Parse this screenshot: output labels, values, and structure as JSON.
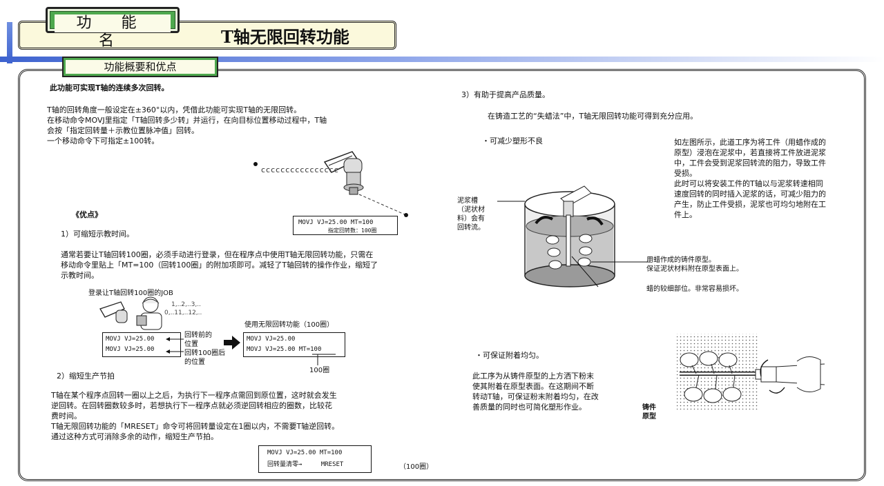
{
  "header": {
    "function_tab_label": "功 能 名",
    "title": "T轴无限回转功能",
    "section_tab_label": "功能概要和优点"
  },
  "left": {
    "intro_bold": "此功能可实现T轴的连续多次回转。",
    "intro_lines": [
      "T轴的回转角度一般设定在±360°以内，凭借此功能可实现T轴的无限回转。",
      "在移动命令MOVJ里指定「T轴回转多少转」并运行，在向目标位置移动过程中，T轴",
      "会按「指定回转量＋示教位置脉冲值」回转。",
      "一个移动命令下可指定±100转。"
    ],
    "robot_code_box": {
      "line": "MOVJ  VJ=25.00  MT=100",
      "caption": "指定回转数：100圈"
    },
    "advantages_title": "《优点》",
    "adv1_title": "1）可缩短示教时间。",
    "adv1_lines": [
      "通常若要让T轴回转100圈，必须手动进行登录，但在程序点中使用T轴无限回转功能，只需在",
      "移动命令里贴上「MT=100（回转100圈」的附加项即可。减轻了T轴回转的操作作业，缩短了",
      "示教时间。"
    ],
    "job_label": "登录让T轴回转100圈的JOB",
    "count_text": [
      "1,..2,..3,..",
      "0,..11,..12,.."
    ],
    "job_box_lines": [
      "MOVJ  VJ=25.00",
      "MOVJ  VJ=25.00"
    ],
    "job_annotations": [
      "回转前的",
      "位置",
      "回转100圈后",
      "的位置"
    ],
    "use_label": "使用无限回转功能（100圈）",
    "use_box_lines": [
      "MOVJ  VJ=25.00",
      "MOVJ  VJ=25.00 MT=100"
    ],
    "use_caption": "100圈",
    "adv2_title": "2）缩短生产节拍",
    "adv2_lines": [
      "T轴在某个程序点回转一圈以上之后，为执行下一程序点需回到原位置，这时就会发生",
      "逆回转。在回转圈数较多时，若想执行下一程序点就必须逆回转相应的圈数，比较花",
      "费时间。",
      "T轴无限回转功能的「MRESET」命令可将回转量设定在1圈以内，不需要T轴逆回转。",
      "通过这种方式可消除多余的动作，缩短生产节拍。"
    ],
    "reset_box": {
      "line1": "MOVJ  VJ=25.00   MT=100",
      "line2a": "回转量清零→",
      "line2b": "MRESET"
    },
    "reset_caption": "（100圈）"
  },
  "right": {
    "adv3_title": "3）有助于提高产品质量。",
    "adv3_line": "在铸造工艺的“失蜡法”中，T轴无限回转功能可得到充分应用。",
    "bullet1": "・可减少塑形不良",
    "slurry_label": [
      "泥浆槽",
      "（泥状材",
      "料）会有",
      "回转流。"
    ],
    "bullet1_desc": [
      "如左图所示，此道工序为将工件（用蜡作成的",
      "原型）浸泡在泥浆中，若直接将工件放进泥浆",
      "中，工件会受到泥浆回转流的阻力，导致工件",
      "受损。",
      "此时可以将安装工件的T轴以与泥浆转速相同",
      "速度回转的同时插入泥浆的话，可减少阻力的",
      "产生，防止工件受损，泥浆也可均匀地附在工",
      "件上。"
    ],
    "wax_label": [
      "用蜡作成的铸件原型。",
      "保证泥状材料附在原型表面上。"
    ],
    "weak_label": "蜡的较细部位。非常容易损坏。",
    "bullet2": "・可保证附着均匀。",
    "bullet2_desc": [
      "此工序为从铸件原型的上方洒下粉末",
      "使其附着在原型表面。在这期间不断",
      "转动T轴，可保证粉末附着均匀，在改",
      "善质量的同时也可简化塑形作业。"
    ],
    "casting_label": [
      "铸件",
      "原型"
    ]
  },
  "colors": {
    "accent_blue": "#3e63cf",
    "tab_green": "#4ea84e",
    "title_bg": "#fbf9dc"
  }
}
